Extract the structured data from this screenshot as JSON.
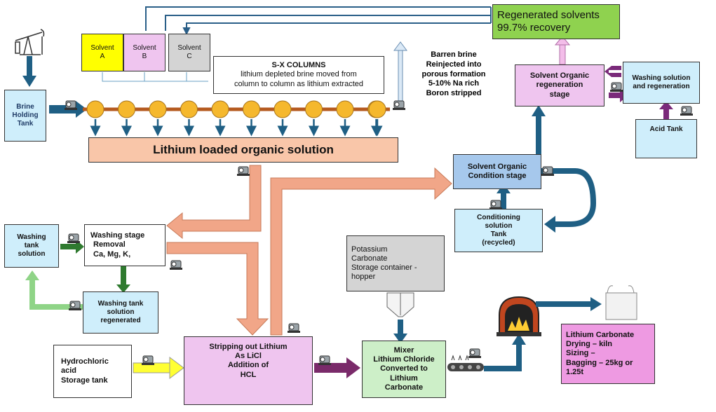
{
  "nodes": {
    "brine_tank": "Brine\nHolding\nTank",
    "solvent_a": "Solvent\nA",
    "solvent_b": "Solvent\nB",
    "solvent_c": "Solvent\nC",
    "sx_title": "S-X COLUMNS",
    "sx_desc": "lithium depleted brine moved from\ncolumn to column as lithium extracted",
    "barren_brine": "Barren brine\nReinjected into\nporous formation\n5-10% Na rich\nBoron stripped",
    "regenerated": "Regenerated solvents\n99.7% recovery",
    "solvent_regen": "Solvent Organic\nregeneration\nstage",
    "washing_regen": "Washing solution\nand regeneration",
    "acid_tank": "Acid Tank",
    "lithium_loaded": "Lithium loaded organic solution",
    "solvent_condition": "Solvent Organic\nCondition stage",
    "conditioning_tank": "Conditioning\nsolution\nTank\n(recycled)",
    "washing_tank": "Washing\ntank\nsolution",
    "washing_stage_title": "Washing stage",
    "washing_stage_body": "Removal\nCa, Mg, K,",
    "washing_tank_regen": "Washing tank\nsolution\nregenerated",
    "potassium": "Potassium\nCarbonate\nStorage container -\nhopper",
    "hcl_tank": "Hydrochloric\nacid\nStorage tank",
    "stripping": "Stripping out Lithium\nAs LiCl\nAddition of\nHCL",
    "mixer": "Mixer\nLithium Chloride\nConverted to\nLithium\nCarbonate",
    "lithium_carbonate": "Lithium Carbonate\nDrying – kiln\nSizing –\nBagging – 25kg or\n1.25t"
  },
  "colors": {
    "light_blue": "#cfeefb",
    "mid_blue": "#a6c8ec",
    "salmon": "#f9c6a9",
    "lavender": "#efc5ef",
    "pink": "#ee9ae2",
    "green_box": "#cdefc8",
    "lime": "#8fd24f",
    "yellow": "#ffff00",
    "grey": "#d4d4d4",
    "dark_blue_arrow": "#1f5f84",
    "orange_column": "#f5b82d"
  },
  "icons": [
    "oil-pump-icon",
    "pump-icon",
    "hopper-icon",
    "kiln-icon",
    "bulk-bag-icon",
    "conveyor-icon"
  ]
}
